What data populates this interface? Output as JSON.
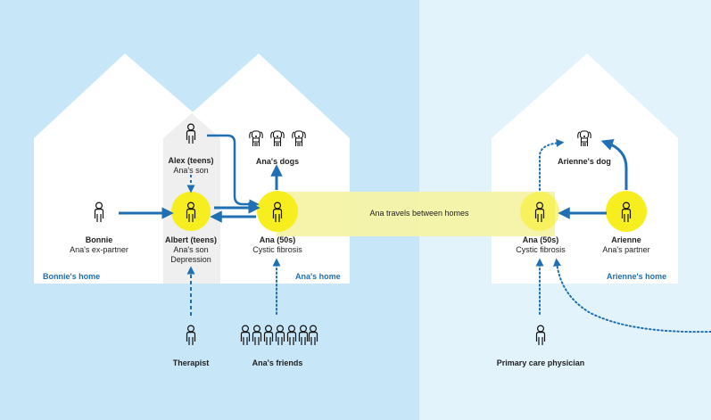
{
  "colors": {
    "bg_left": "#c7e6f8",
    "bg_right": "#e2f3fc",
    "house": "#ffffff",
    "arrow": "#1f6fb2",
    "highlight": "#f7ee1f",
    "band": "#f6f3a6",
    "column": "#efefef",
    "label_blue": "#1f6fb2"
  },
  "homes": {
    "bonnie": "Bonnie's home",
    "ana": "Ana's home",
    "arienne": "Arienne's home"
  },
  "band_label": "Ana travels between homes",
  "people": {
    "alex": {
      "name": "Alex (teens)",
      "line2": "Ana's son"
    },
    "albert": {
      "name": "Albert (teens)",
      "line2": "Ana's son",
      "line3": "Depression"
    },
    "bonnie": {
      "name": "Bonnie",
      "line2": "Ana's ex-partner"
    },
    "ana_left": {
      "name": "Ana (50s)",
      "line2": "Cystic fibrosis"
    },
    "ana_right": {
      "name": "Ana (50s)",
      "line2": "Cystic fibrosis"
    },
    "arienne": {
      "name": "Arienne",
      "line2": "Ana's partner"
    },
    "therapist": {
      "name": "Therapist"
    },
    "friends": {
      "name": "Ana's friends"
    },
    "physician": {
      "name": "Primary care physician"
    }
  },
  "animals": {
    "anas_dogs": "Ana's dogs",
    "ariennes_dog": "Arienne's dog"
  },
  "icons": {
    "person": "person-icon",
    "dog": "dog-icon"
  }
}
